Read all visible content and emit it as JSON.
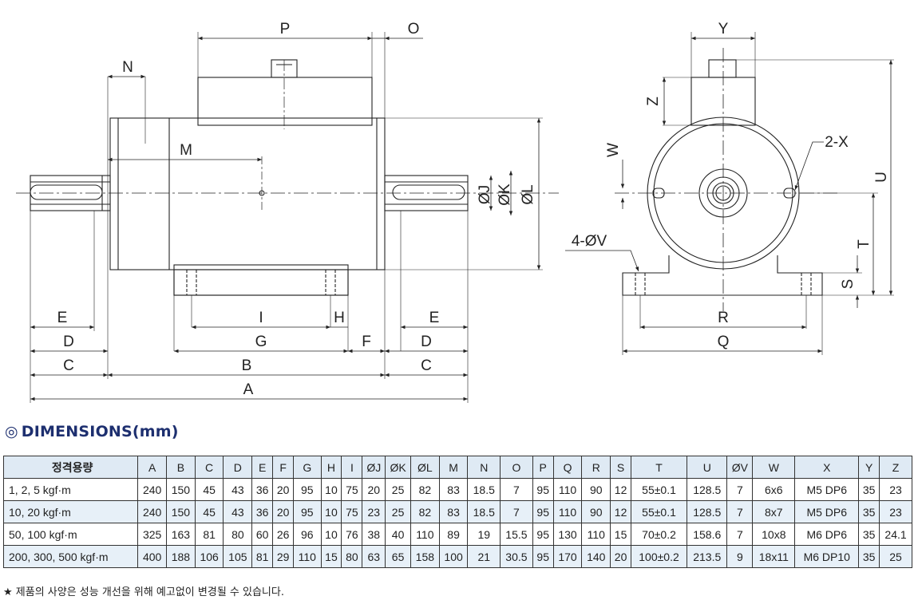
{
  "drawing_labels": {
    "P": "P",
    "O": "O",
    "N": "N",
    "M": "M",
    "J": "ØJ",
    "K": "ØK",
    "L": "ØL",
    "E_left": "E",
    "D_left": "D",
    "C_left": "C",
    "I": "I",
    "H": "H",
    "G": "G",
    "F": "F",
    "B": "B",
    "A": "A",
    "E_right": "E",
    "D_right": "D",
    "C_right": "C",
    "Y": "Y",
    "Z": "Z",
    "W": "W",
    "X": "2-X",
    "U": "U",
    "V": "4-ØV",
    "T": "T",
    "S": "S",
    "R": "R",
    "Q": "Q"
  },
  "heading": {
    "mark": "◎",
    "text": "DIMENSIONS(mm)"
  },
  "table": {
    "headers": [
      "정격용량",
      "A",
      "B",
      "C",
      "D",
      "E",
      "F",
      "G",
      "H",
      "I",
      "ØJ",
      "ØK",
      "ØL",
      "M",
      "N",
      "O",
      "P",
      "Q",
      "R",
      "S",
      "T",
      "U",
      "ØV",
      "W",
      "X",
      "Y",
      "Z"
    ],
    "rows": [
      [
        "1, 2, 5 kgf·m",
        "240",
        "150",
        "45",
        "43",
        "36",
        "20",
        "95",
        "10",
        "75",
        "20",
        "25",
        "82",
        "83",
        "18.5",
        "7",
        "95",
        "110",
        "90",
        "12",
        "55±0.1",
        "128.5",
        "7",
        "6x6",
        "M5 DP6",
        "35",
        "23"
      ],
      [
        "10, 20 kgf·m",
        "240",
        "150",
        "45",
        "43",
        "36",
        "20",
        "95",
        "10",
        "75",
        "23",
        "25",
        "82",
        "83",
        "18.5",
        "7",
        "95",
        "110",
        "90",
        "12",
        "55±0.1",
        "128.5",
        "7",
        "8x7",
        "M5 DP6",
        "35",
        "23"
      ],
      [
        "50, 100 kgf·m",
        "325",
        "163",
        "81",
        "80",
        "60",
        "26",
        "96",
        "10",
        "76",
        "38",
        "40",
        "110",
        "89",
        "19",
        "15.5",
        "95",
        "130",
        "110",
        "15",
        "70±0.2",
        "158.6",
        "7",
        "10x8",
        "M6 DP6",
        "35",
        "24.1"
      ],
      [
        "200, 300, 500 kgf·m",
        "400",
        "188",
        "106",
        "105",
        "81",
        "29",
        "110",
        "15",
        "80",
        "63",
        "65",
        "158",
        "100",
        "21",
        "30.5",
        "95",
        "170",
        "140",
        "20",
        "100±0.2",
        "213.5",
        "9",
        "18x11",
        "M6 DP10",
        "35",
        "25"
      ]
    ]
  },
  "note": "★ 제품의 사양은 성능 개선을 위해 예고없이 변경될 수 있습니다."
}
